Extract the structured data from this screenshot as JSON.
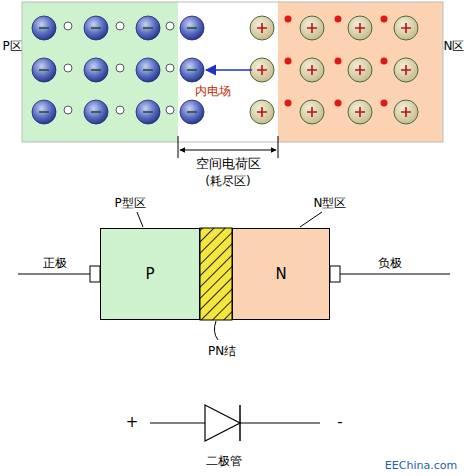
{
  "diagram": {
    "nodes": [
      {
        "text": [
          "P"
        ]
      },
      {
        "text": [
          "N"
        ]
      }
    ],
    "labels": [
      "P区",
      "N区",
      "内电场",
      "空间电荷区",
      "(耗尽区)",
      "P型区",
      "N型区",
      "正极",
      "负极",
      "PN结",
      "+",
      "-",
      "二极管",
      "EEChina.com"
    ]
  }
}
